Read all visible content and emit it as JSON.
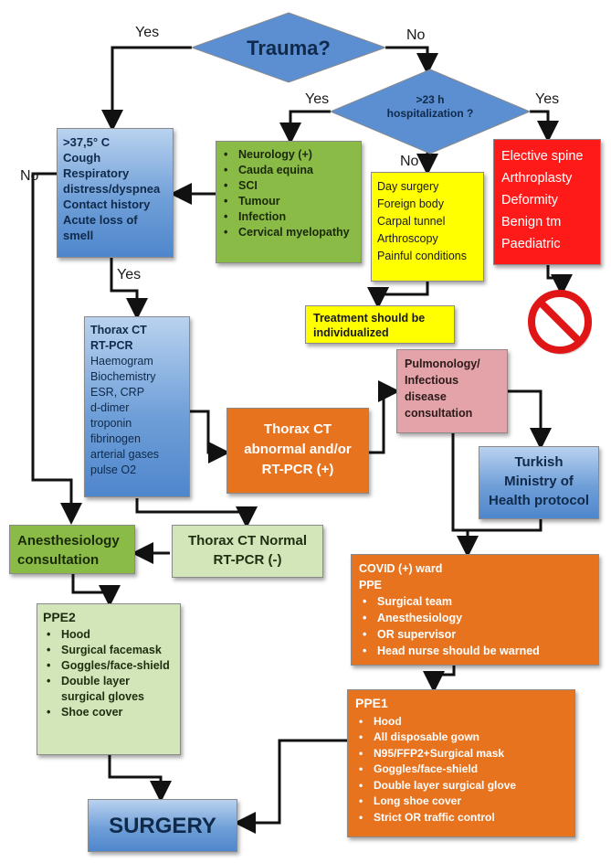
{
  "decisions": {
    "trauma": "Trauma?",
    "hospitalization": ">23 h hospitalization ?"
  },
  "edge_labels": {
    "trauma_yes": "Yes",
    "trauma_no": "No",
    "hosp_yes_left": "Yes",
    "hosp_yes_right": "Yes",
    "hosp_no": "No",
    "symptoms_no": "No",
    "symptoms_yes": "Yes"
  },
  "symptoms_box": {
    "items": [
      ">37,5° C",
      "Cough",
      "Respiratory distress/dyspnea",
      "Contact history",
      "Acute loss of smell"
    ]
  },
  "neurology_box": {
    "items": [
      "Neurology (+)",
      "Cauda equina",
      "SCI",
      "Tumour",
      "Infection",
      "Cervical myelopathy"
    ]
  },
  "day_surgery_box": {
    "items": [
      "Day surgery",
      "Foreign body",
      "Carpal tunnel",
      "Arthroscopy",
      "Painful conditions"
    ]
  },
  "elective_box": {
    "items": [
      "Elective spine",
      "Arthroplasty",
      "Deformity",
      "Benign tm",
      "Paediatric"
    ]
  },
  "individualized_box": "Treatment should be individualized",
  "tests_box": {
    "heading": [
      "Thorax CT",
      "RT-PCR"
    ],
    "items": [
      "Haemogram",
      "Biochemistry",
      "ESR, CRP",
      "d-dimer",
      "troponin",
      "fibrinogen",
      "arterial gases",
      "pulse O2"
    ]
  },
  "abnormal_box": "Thorax CT abnormal and/or RT-PCR (+)",
  "pulmonology_box": "Pulmonology/ Infectious disease consultation",
  "ministry_box": "Turkish Ministry of Health protocol",
  "normal_box": "Thorax CT Normal RT-PCR (-)",
  "anesthesiology_box": "Anesthesiology consultation",
  "covid_ward_box": {
    "title": "COVID (+) ward",
    "subtitle": "PPE",
    "items": [
      "Surgical team",
      "Anesthesiology",
      "OR supervisor",
      "Head nurse should be warned"
    ]
  },
  "ppe2_box": {
    "title": "PPE2",
    "items": [
      "Hood",
      "Surgical facemask",
      "Goggles/face-shield",
      "Double layer surgical gloves",
      "Shoe cover"
    ]
  },
  "ppe1_box": {
    "title": "PPE1",
    "items": [
      "Hood",
      "All disposable gown",
      "N95/FFP2+Surgical mask",
      "Goggles/face-shield",
      "Double layer surgical glove",
      "Long shoe cover",
      "Strict OR traffic control"
    ]
  },
  "surgery_box": "SURGERY",
  "colors": {
    "blue": "#5b8fd2",
    "green": "#8bbb47",
    "light_green": "#d3e6b9",
    "yellow": "#ffff00",
    "red": "#ff1a1a",
    "orange": "#e8731f",
    "pink": "#e3a3a8",
    "arrow": "#111111"
  },
  "icons": {
    "prohibited": "no-entry-sign-icon"
  }
}
